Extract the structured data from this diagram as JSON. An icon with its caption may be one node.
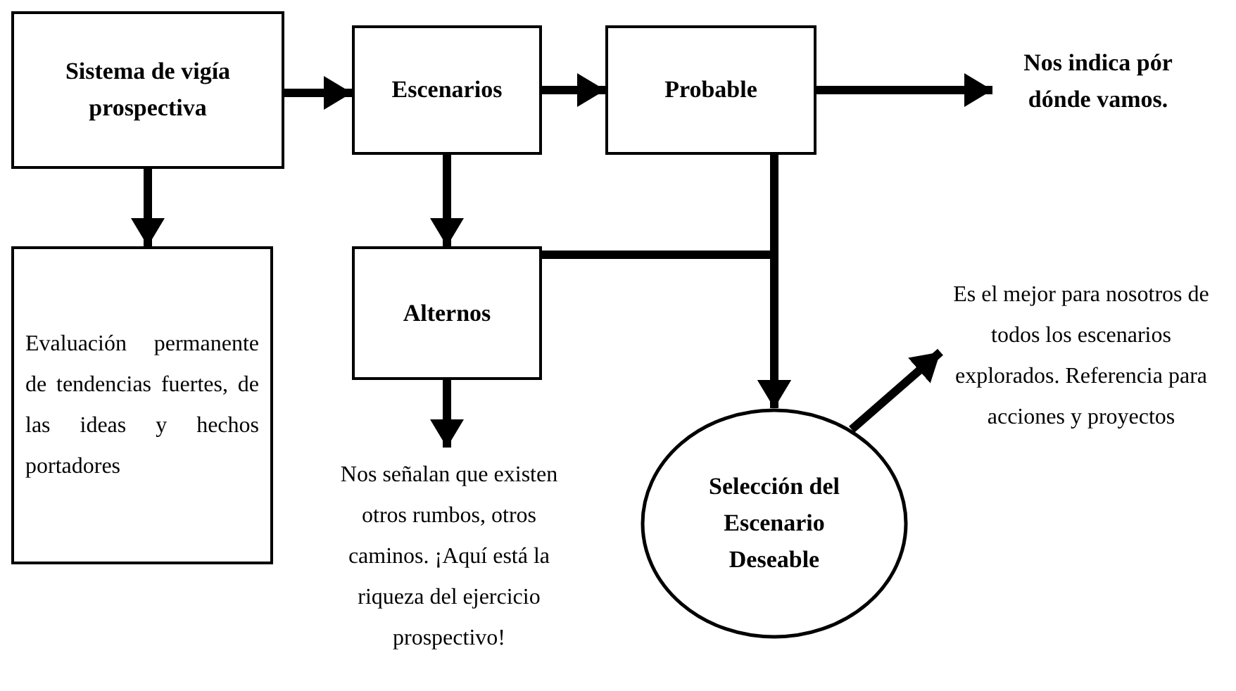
{
  "diagram": {
    "nodes": [
      {
        "text": [
          "Sistema de vigía prospectiva"
        ]
      },
      {
        "text": [
          "Escenarios"
        ]
      },
      {
        "text": [
          "Probable"
        ]
      },
      {
        "text": [
          "Nos indica pór dónde vamos."
        ]
      },
      {
        "text": [
          "Evaluación permanente de tendencias fuertes, de las ideas y hechos portadores"
        ]
      },
      {
        "text": [
          "Alternos"
        ]
      },
      {
        "text": [
          "Nos señalan que existen otros rumbos, otros caminos. ¡Aquí está la riqueza del ejercicio prospectivo!"
        ]
      },
      {
        "text": [
          "Selección del Escenario Deseable"
        ]
      },
      {
        "text": [
          "Es el mejor para nosotros de todos los escenarios explorados. Referencia para acciones y proyectos"
        ]
      }
    ],
    "edges": [
      {
        "from": 0,
        "to": 1,
        "arrow": "to"
      },
      {
        "from": 1,
        "to": 2,
        "arrow": "to"
      },
      {
        "from": 2,
        "to": 3,
        "arrow": "to"
      },
      {
        "from": 0,
        "to": 4,
        "arrow": "to"
      },
      {
        "from": 1,
        "to": 5,
        "arrow": "to"
      },
      {
        "from": 5,
        "to": 6,
        "arrow": "to"
      },
      {
        "from": 2,
        "to": 7,
        "arrow": "to"
      },
      {
        "from": 5,
        "to": 7,
        "arrow": "to"
      },
      {
        "from": 7,
        "to": 8,
        "arrow": "to"
      }
    ]
  }
}
